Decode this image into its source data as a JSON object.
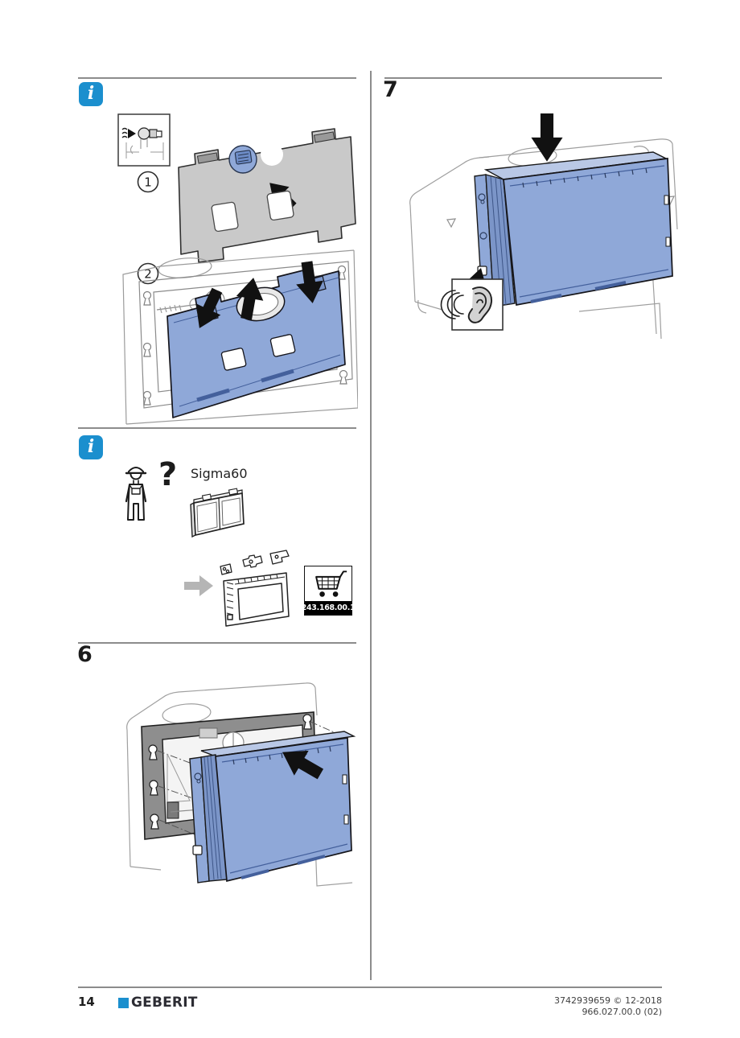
{
  "colors": {
    "accent_blue": "#1b8fce",
    "plate_blue": "#8fa8d8",
    "plate_blue_dark": "#7b95c8",
    "plate_blue_top": "#b9c8e6",
    "frame_gray": "#8e8e8e",
    "part_gray": "#c9c9c9",
    "outline_gray": "#9e9e9e",
    "arrow_gray": "#b5b5b5",
    "ink": "#1c1c1c"
  },
  "icons": {
    "info_icon": "i",
    "installer_icon": "person-with-hard-hat",
    "listen_icon": "ear-with-sound-waves",
    "cart_icon": "shopping-cart",
    "direction_arrow": "solid-black-arrow"
  },
  "sections": {
    "info_top": {
      "step_labels": [
        "1",
        "2"
      ]
    },
    "info_mid": {
      "question_mark": "?",
      "product_label": "Sigma60",
      "order_number": "243.168.00.1"
    },
    "step6": {
      "heading": "6"
    },
    "step7": {
      "heading": "7"
    }
  },
  "footer": {
    "page_number": "14",
    "brand": "GEBERIT",
    "ref_line1": "3742939659 © 12-2018",
    "ref_line2": "966.027.00.0 (02)"
  }
}
